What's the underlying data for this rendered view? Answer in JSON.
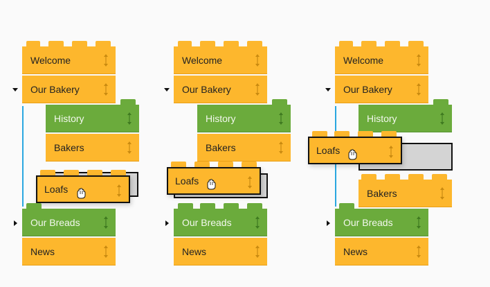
{
  "panels": [
    {
      "welcome": "Welcome",
      "our_bakery": "Our Bakery",
      "history": "History",
      "bakers": "Bakers",
      "loafs": "Loafs",
      "our_breads": "Our Breads",
      "news": "News"
    },
    {
      "welcome": "Welcome",
      "our_bakery": "Our Bakery",
      "history": "History",
      "bakers": "Bakers",
      "loafs": "Loafs",
      "our_breads": "Our Breads",
      "news": "News"
    },
    {
      "welcome": "Welcome",
      "our_bakery": "Our Bakery",
      "history": "History",
      "loafs": "Loafs",
      "bakers": "Bakers",
      "our_breads": "Our Breads",
      "news": "News"
    }
  ],
  "icons": {
    "handle": "drag-handle-icon",
    "expanded": "caret-down-icon",
    "collapsed": "caret-right-icon",
    "cursor": "grab-hand-cursor-icon"
  },
  "colors": {
    "orange": "#fdb72d",
    "green": "#6bab3c",
    "line": "#29a7e0",
    "ghost": "#d4d4d4"
  }
}
